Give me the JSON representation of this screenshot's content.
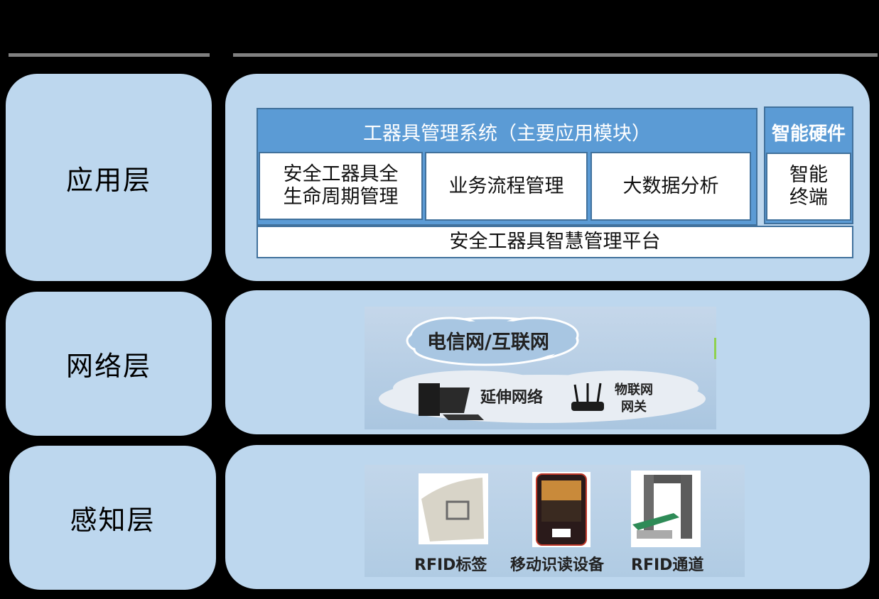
{
  "layers": [
    {
      "label": "应用层"
    },
    {
      "label": "网络层"
    },
    {
      "label": "感知层"
    }
  ],
  "application": {
    "system_header": "工器具管理系统（主要应用模块）",
    "modules": [
      {
        "label_line1": "安全工器具全",
        "label_line2": "生命周期管理"
      },
      {
        "label": "业务流程管理"
      },
      {
        "label": "大数据分析"
      }
    ],
    "hardware_header": "智能硬件",
    "hardware_item_line1": "智能",
    "hardware_item_line2": "终端",
    "platform": "安全工器具智慧管理平台"
  },
  "network": {
    "cloud_top": "电信网/互联网",
    "extension_network": "延伸网络",
    "gateway_line1": "物联网",
    "gateway_line2": "网关",
    "icons": [
      "computer-icon",
      "router-icon"
    ]
  },
  "perception": {
    "devices": [
      {
        "label": "RFID标签",
        "icon": "rfid-tag-icon"
      },
      {
        "label": "移动识读设备",
        "icon": "handheld-reader-icon"
      },
      {
        "label": "RFID通道",
        "icon": "rfid-gate-icon"
      }
    ]
  },
  "colors": {
    "background": "#000000",
    "panel": "#bdd7ee",
    "header_blue": "#5b9bd5",
    "border_blue": "#41719c",
    "rule_gray": "#808080"
  }
}
